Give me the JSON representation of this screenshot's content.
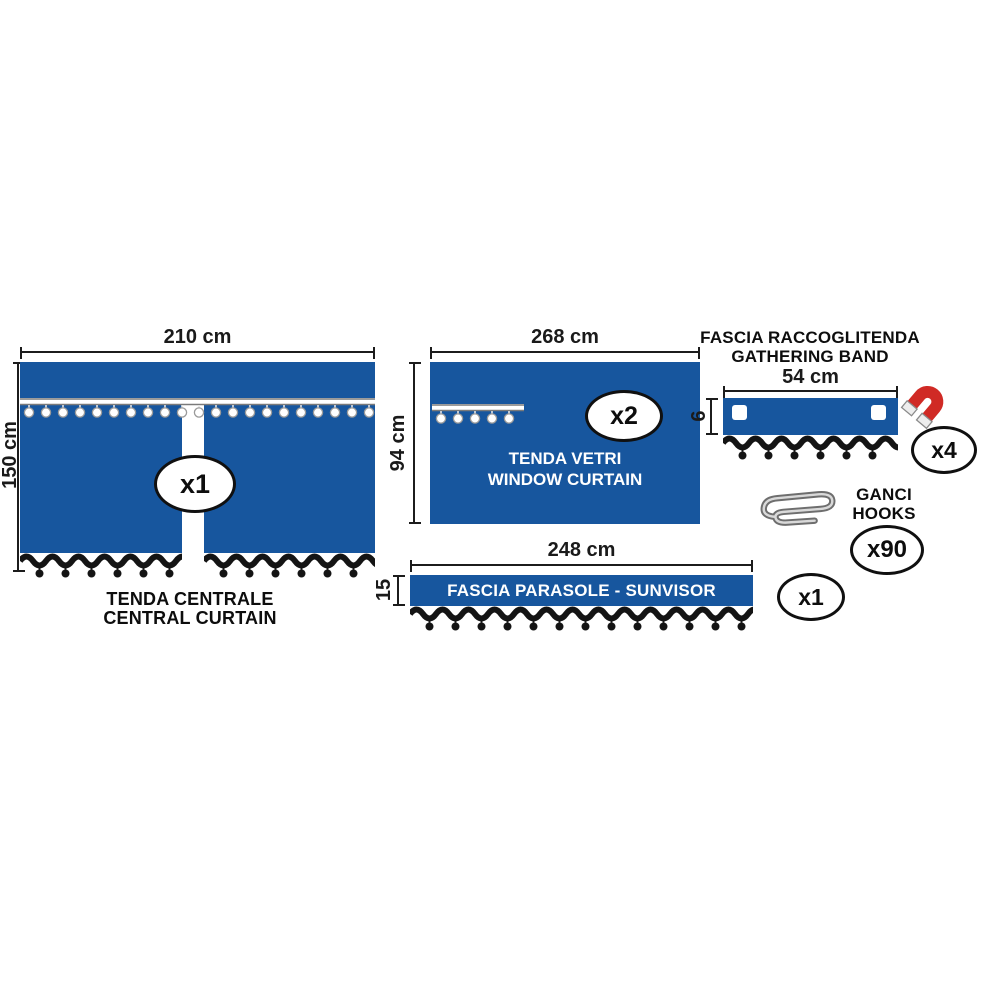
{
  "product": {
    "central_curtain": {
      "width": "210 cm",
      "height": "150 cm",
      "quantity": "x1",
      "name_it": "TENDA CENTRALE",
      "name_en": "CENTRAL CURTAIN"
    },
    "window_curtain": {
      "width": "268 cm",
      "height": "94 cm",
      "quantity": "x2",
      "name_it": "TENDA VETRI",
      "name_en": "WINDOW CURTAIN"
    },
    "sunvisor": {
      "width": "248 cm",
      "height": "15",
      "quantity": "x1",
      "name": "FASCIA PARASOLE - SUNVISOR"
    },
    "gathering_band": {
      "name_it": "FASCIA RACCOGLITENDA",
      "name_en": "GATHERING BAND",
      "width": "54 cm",
      "height": "6",
      "quantity": "x4"
    },
    "hooks": {
      "name_it": "GANCI",
      "name_en": "HOOKS",
      "quantity": "x90"
    }
  },
  "colors": {
    "curtain_blue": "#17569e",
    "trim_black": "#141414",
    "magnet_red": "#d02a25"
  }
}
